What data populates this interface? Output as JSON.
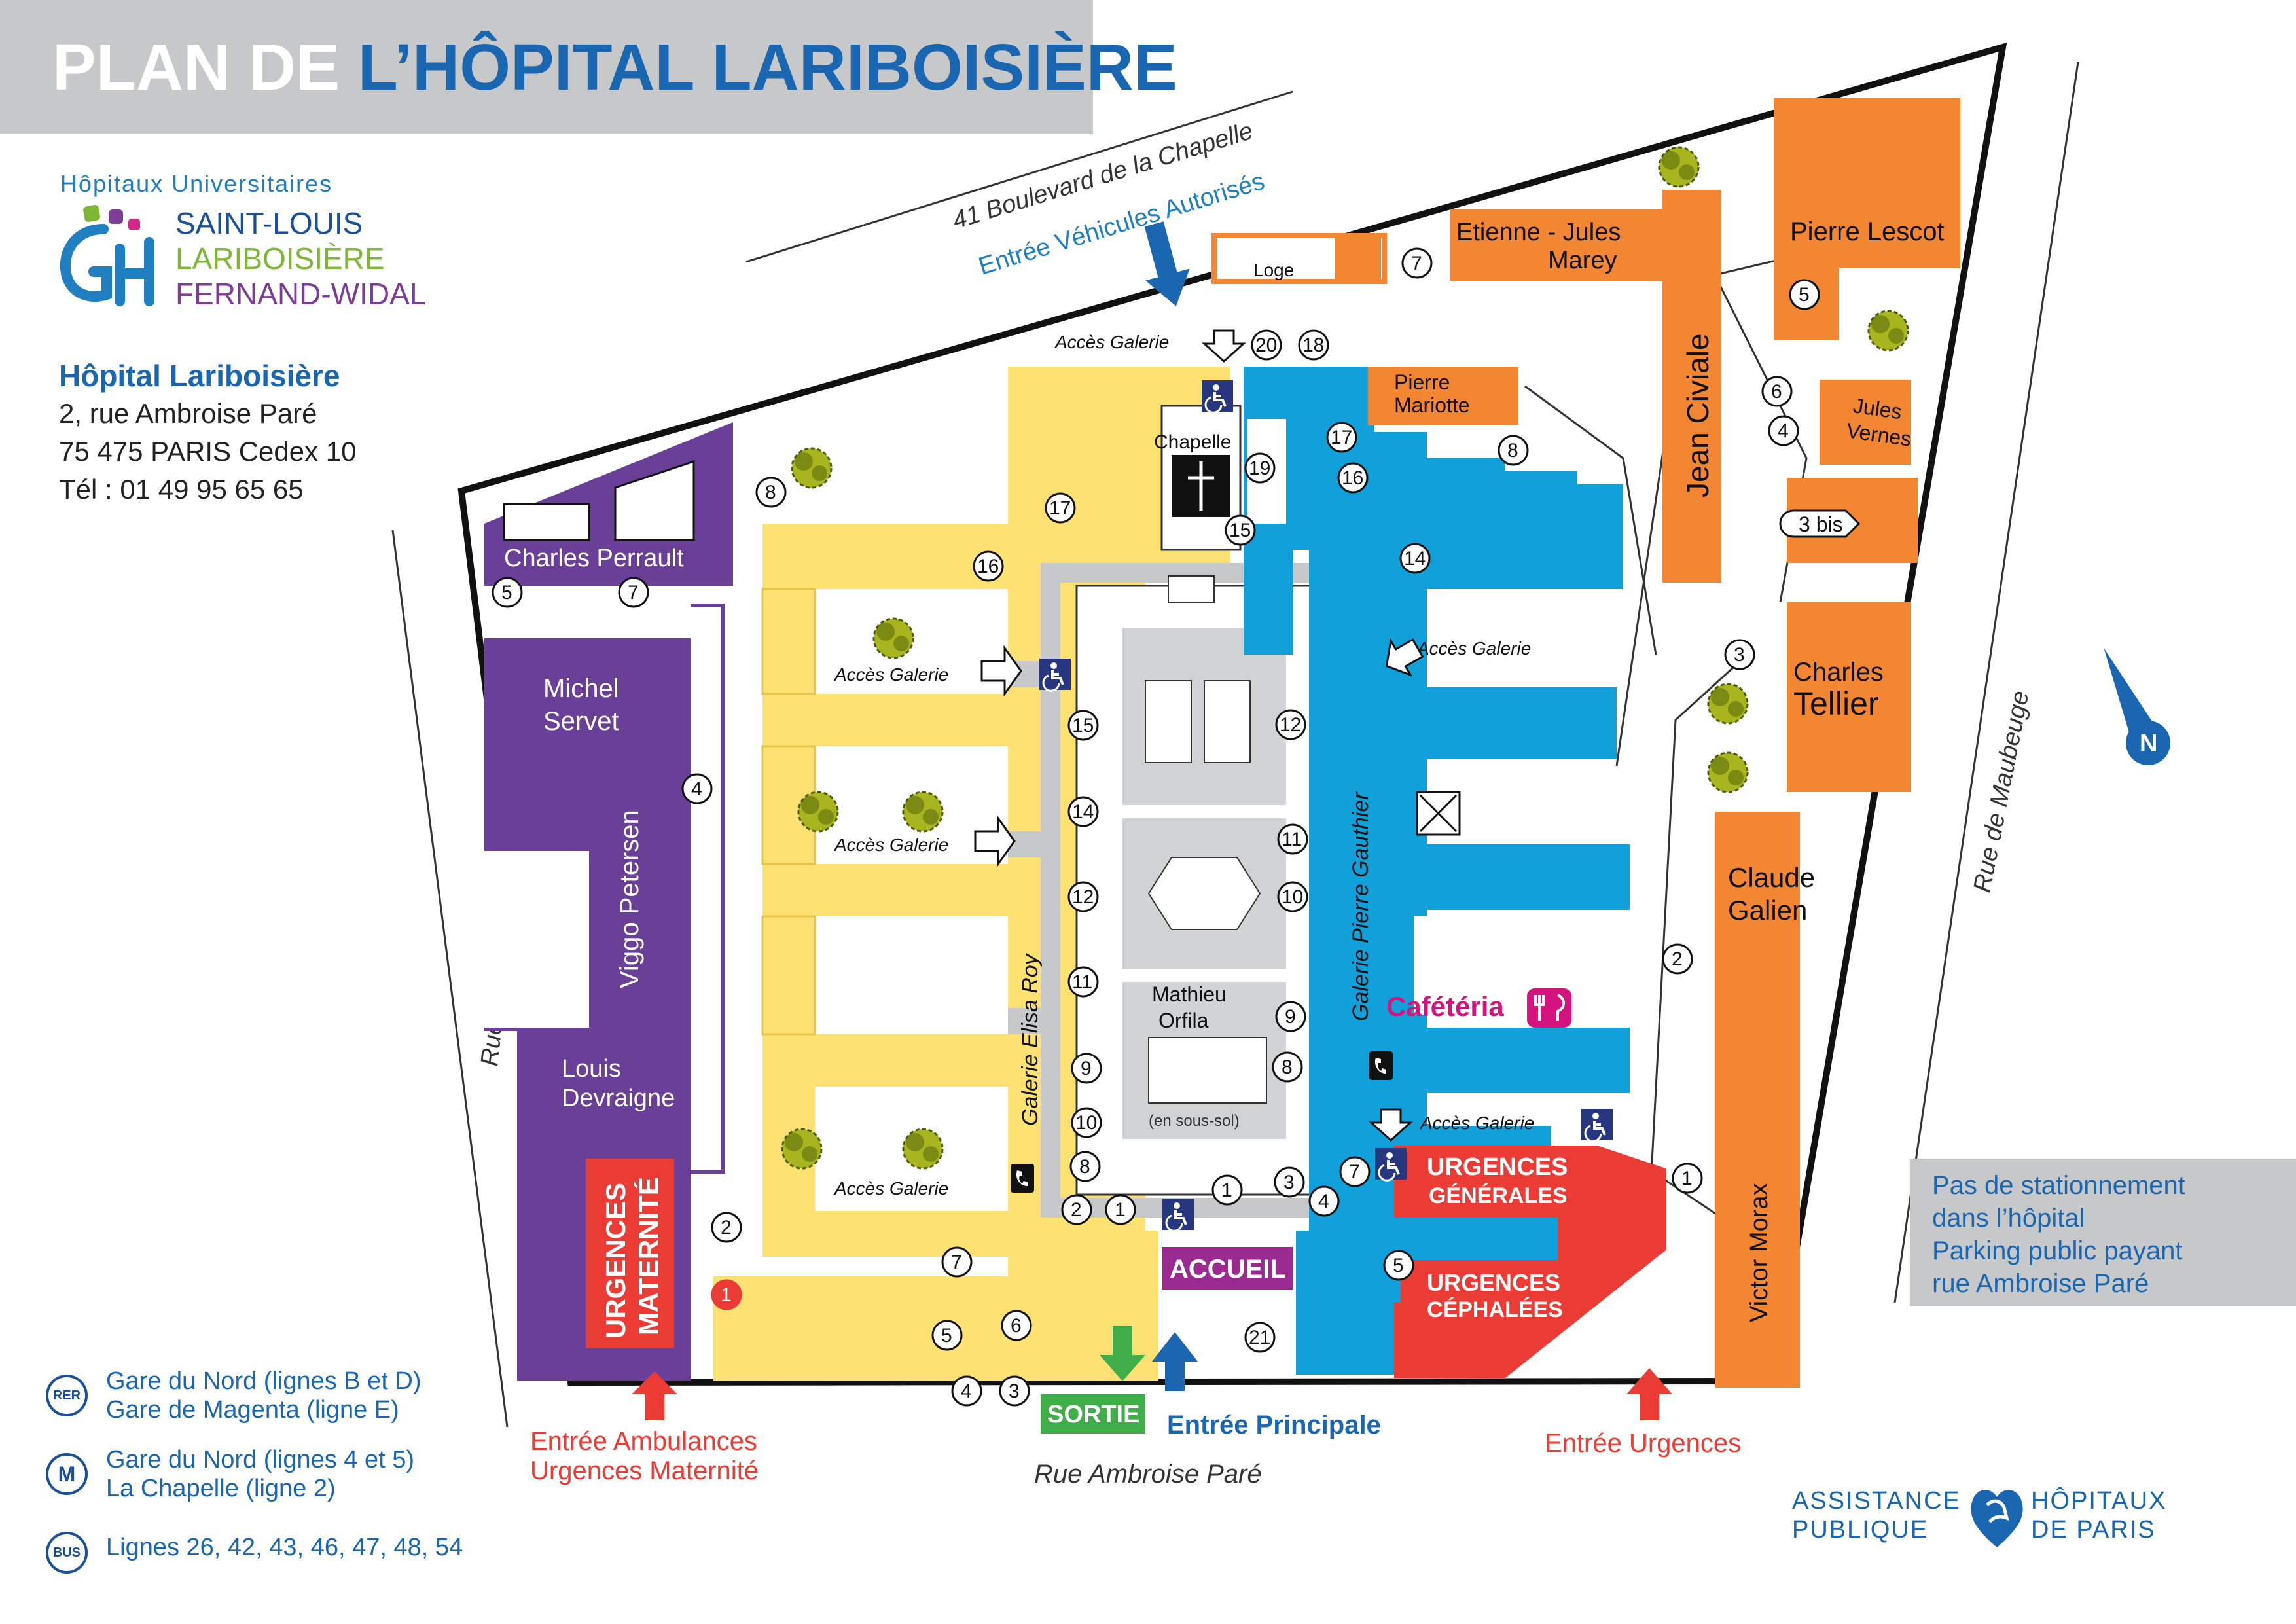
{
  "title": {
    "prefix": "PLAN DE ",
    "highlight": "L’HÔPITAL LARIBOISIÈRE"
  },
  "logo": {
    "top": "Hôpitaux Universitaires",
    "line1": "SAINT-LOUIS",
    "line2": "LARIBOISIÈRE",
    "line3": "FERNAND-WIDAL",
    "mark": "GH"
  },
  "address": {
    "name": "Hôpital Lariboisière",
    "street": "2, rue Ambroise Paré",
    "city": "75 475 PARIS Cedex 10",
    "phone": "Tél : 01 49 95 65 65"
  },
  "streets": {
    "north": "41 Boulevard de la Chapelle",
    "west": "Rue Guy Pantin",
    "east": "Rue de Maubeuge",
    "south": "Rue Ambroise Paré"
  },
  "buildings": {
    "charles_perrault": "Charles Perrault",
    "michel_servet": [
      "Michel",
      "Servet"
    ],
    "viggo_petersen": "Viggo Petersen",
    "louis_devraigne": [
      "Louis",
      "Devraigne"
    ],
    "urgences_maternite": [
      "URGENCES",
      "MATERNITÉ"
    ],
    "loge": "Loge",
    "etienne_jules_marey": [
      "Etienne - Jules",
      "Marey"
    ],
    "pierre_lescot": "Pierre Lescot",
    "pierre_mariotte": [
      "Pierre",
      "Mariotte"
    ],
    "jean_civiale": "Jean Civiale",
    "jules_vernes": [
      "Jules",
      "Vernes"
    ],
    "trois_bis": "3 bis",
    "charles_tellier": [
      "Charles",
      "Tellier"
    ],
    "claude_galien": [
      "Claude",
      "Galien"
    ],
    "victor_morax": "Victor Morax",
    "chapelle": "Chapelle",
    "mathieu_orfila": [
      "Mathieu",
      "Orfila"
    ],
    "en_sous_sol": "(en sous-sol)",
    "urgences_generales": [
      "URGENCES",
      "GÉNÉRALES"
    ],
    "urgences_cephalees": [
      "URGENCES",
      "CÉPHALÉES"
    ],
    "accueil": "ACCUEIL",
    "cafeteria": "Cafétéria"
  },
  "galleries": {
    "elisa_roy": "Galerie Elisa Roy",
    "pierre_gauthier": "Galerie Pierre Gauthier",
    "acces": "Accès Galerie"
  },
  "entrances": {
    "vehicules": "Entrée Véhicules Autorisés",
    "ambulances": [
      "Entrée Ambulances",
      "Urgences Maternité"
    ],
    "principale": "Entrée Principale",
    "sortie": "SORTIE",
    "urgences": "Entrée Urgences"
  },
  "markers": {
    "m1": "1",
    "m2": "2",
    "m3": "3",
    "m4": "4",
    "m5": "5",
    "m6": "6",
    "m7": "7",
    "m8": "8",
    "m9": "9",
    "m10": "10",
    "m11": "11",
    "m12": "12",
    "m14": "14",
    "m15": "15",
    "m16": "16",
    "m17": "17",
    "m18": "18",
    "m19": "19",
    "m20": "20",
    "m21": "21"
  },
  "compass": "N",
  "parking": [
    "Pas de stationnement",
    "dans l’hôpital",
    "Parking public payant",
    "rue Ambroise Paré"
  ],
  "transport": [
    {
      "icon": "RER",
      "lines": [
        "Gare du Nord (lignes B et D)",
        "Gare de Magenta (ligne E)"
      ]
    },
    {
      "icon": "M",
      "lines": [
        "Gare du Nord (lignes 4 et 5)",
        "La Chapelle (ligne 2)"
      ]
    },
    {
      "icon": "BUS",
      "lines": [
        "Lignes 26, 42, 43, 46, 47, 48, 54"
      ]
    }
  ],
  "aphp": {
    "left": [
      "ASSISTANCE",
      "PUBLIQUE"
    ],
    "right": [
      "HÔPITAUX",
      "DE PARIS"
    ]
  },
  "colors": {
    "purple": "#6a3f97",
    "yellow": "#fde172",
    "blue": "#12a0da",
    "orange": "#f28632",
    "red": "#ea3b35",
    "gray": "#c7c8ca",
    "accueil": "#9a2a90",
    "green": "#3fae49",
    "navy": "#1a66b0"
  }
}
